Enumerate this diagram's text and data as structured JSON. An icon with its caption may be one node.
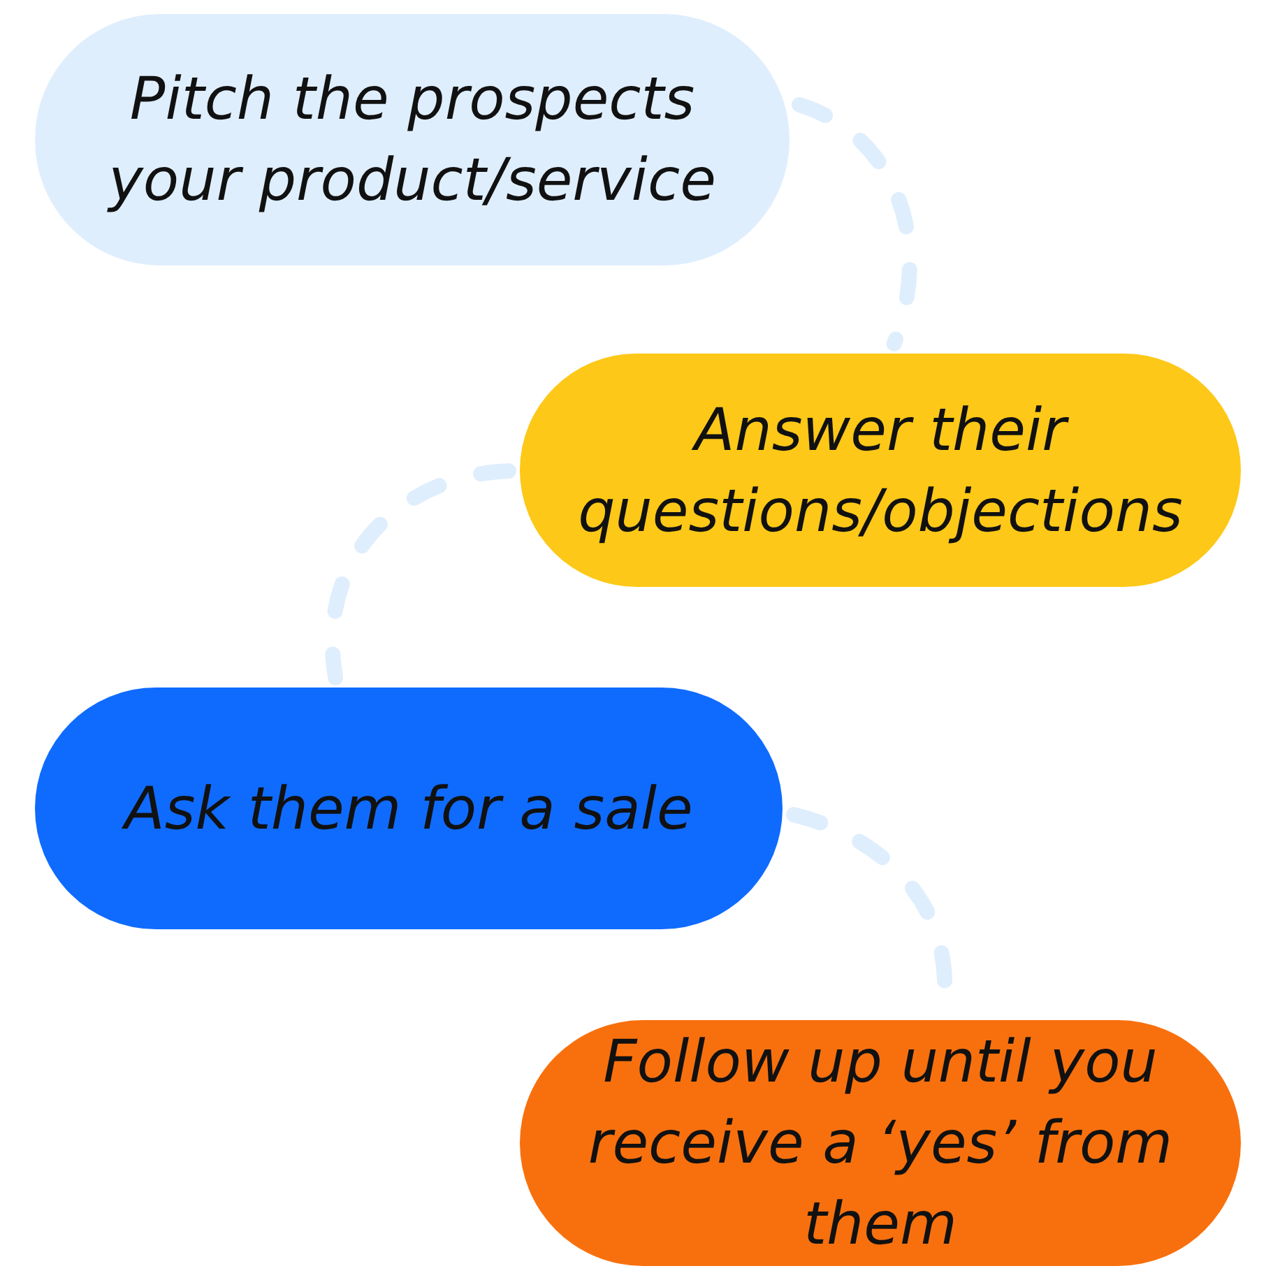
{
  "diagram": {
    "nodes": [
      {
        "text": [
          "Pitch the prospects your product/service"
        ]
      },
      {
        "text": [
          "Answer their questions/objections"
        ]
      },
      {
        "text": [
          "Ask them for a sale"
        ]
      },
      {
        "text": [
          "Follow up until you receive a ‘yes’ from them"
        ]
      }
    ],
    "edges": [
      {
        "from": 0,
        "to": 1,
        "arrow": "none",
        "style": "dashed"
      },
      {
        "from": 1,
        "to": 2,
        "arrow": "none",
        "style": "dashed"
      },
      {
        "from": 2,
        "to": 3,
        "arrow": "none",
        "style": "dashed"
      }
    ]
  }
}
